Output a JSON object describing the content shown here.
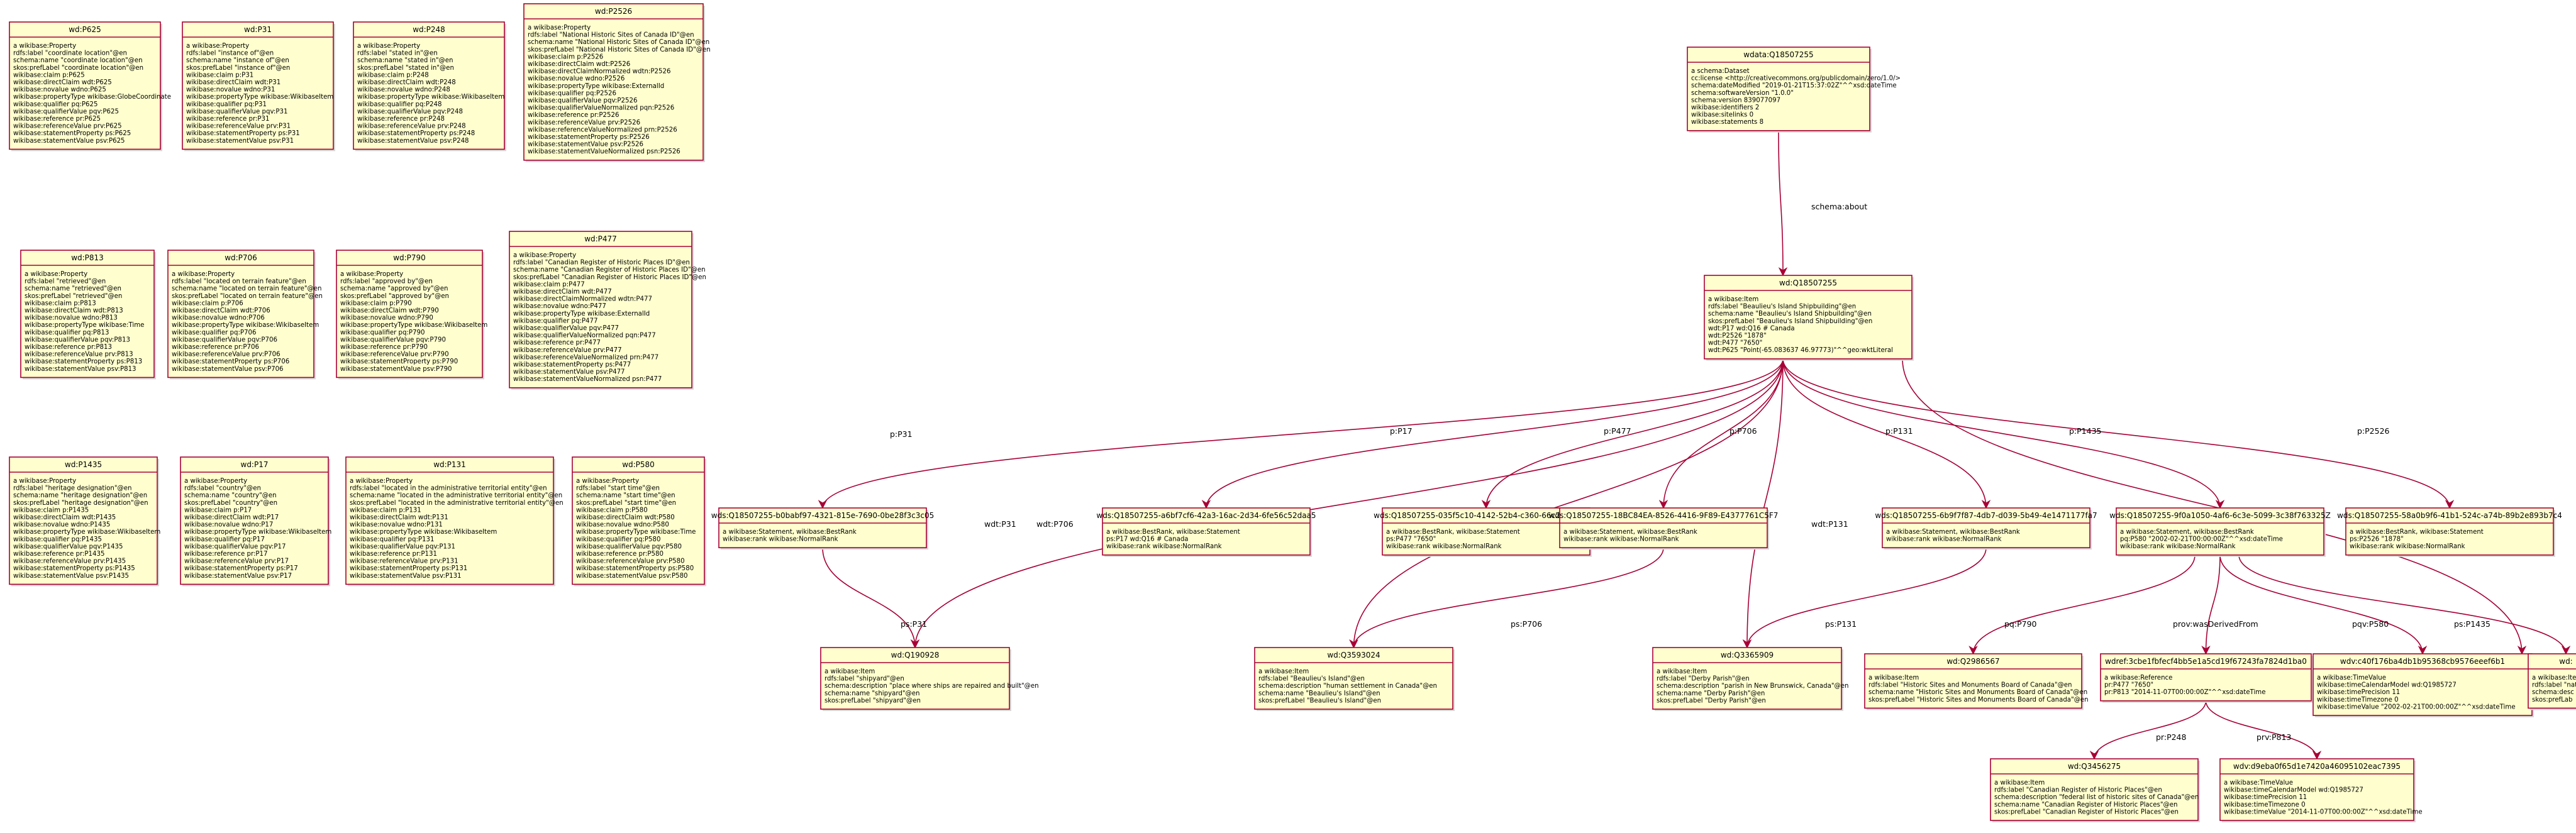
{
  "diagram": {
    "colors": {
      "background": "#ffffff",
      "node_fill": "#fefece",
      "node_border": "#a80036",
      "edge": "#a80036",
      "text": "#000000"
    },
    "nodes": [
      {
        "id": "P625",
        "title": "wd:P625",
        "lines": [
          "a wikibase:Property",
          "rdfs:label \"coordinate location\"@en",
          "schema:name \"coordinate location\"@en",
          "skos:prefLabel \"coordinate location\"@en",
          "wikibase:claim p:P625",
          "wikibase:directClaim wdt:P625",
          "wikibase:novalue wdno:P625",
          "wikibase:propertyType wikibase:GlobeCoordinate",
          "wikibase:qualifier pq:P625",
          "wikibase:qualifierValue pqv:P625",
          "wikibase:reference pr:P625",
          "wikibase:referenceValue prv:P625",
          "wikibase:statementProperty ps:P625",
          "wikibase:statementValue psv:P625"
        ]
      },
      {
        "id": "P31",
        "title": "wd:P31",
        "lines": [
          "a wikibase:Property",
          "rdfs:label \"instance of\"@en",
          "schema:name \"instance of\"@en",
          "skos:prefLabel \"instance of\"@en",
          "wikibase:claim p:P31",
          "wikibase:directClaim wdt:P31",
          "wikibase:novalue wdno:P31",
          "wikibase:propertyType wikibase:WikibaseItem",
          "wikibase:qualifier pq:P31",
          "wikibase:qualifierValue pqv:P31",
          "wikibase:reference pr:P31",
          "wikibase:referenceValue prv:P31",
          "wikibase:statementProperty ps:P31",
          "wikibase:statementValue psv:P31"
        ]
      },
      {
        "id": "P248",
        "title": "wd:P248",
        "lines": [
          "a wikibase:Property",
          "rdfs:label \"stated in\"@en",
          "schema:name \"stated in\"@en",
          "skos:prefLabel \"stated in\"@en",
          "wikibase:claim p:P248",
          "wikibase:directClaim wdt:P248",
          "wikibase:novalue wdno:P248",
          "wikibase:propertyType wikibase:WikibaseItem",
          "wikibase:qualifier pq:P248",
          "wikibase:qualifierValue pqv:P248",
          "wikibase:reference pr:P248",
          "wikibase:referenceValue prv:P248",
          "wikibase:statementProperty ps:P248",
          "wikibase:statementValue psv:P248"
        ]
      },
      {
        "id": "P2526",
        "title": "wd:P2526",
        "lines": [
          "a wikibase:Property",
          "rdfs:label \"National Historic Sites of Canada ID\"@en",
          "schema:name \"National Historic Sites of Canada ID\"@en",
          "skos:prefLabel \"National Historic Sites of Canada ID\"@en",
          "wikibase:claim p:P2526",
          "wikibase:directClaim wdt:P2526",
          "wikibase:directClaimNormalized wdtn:P2526",
          "wikibase:novalue wdno:P2526",
          "wikibase:propertyType wikibase:ExternalId",
          "wikibase:qualifier pq:P2526",
          "wikibase:qualifierValue pqv:P2526",
          "wikibase:qualifierValueNormalized pqn:P2526",
          "wikibase:reference pr:P2526",
          "wikibase:referenceValue prv:P2526",
          "wikibase:referenceValueNormalized prn:P2526",
          "wikibase:statementProperty ps:P2526",
          "wikibase:statementValue psv:P2526",
          "wikibase:statementValueNormalized psn:P2526"
        ]
      },
      {
        "id": "P813",
        "title": "wd:P813",
        "lines": [
          "a wikibase:Property",
          "rdfs:label \"retrieved\"@en",
          "schema:name \"retrieved\"@en",
          "skos:prefLabel \"retrieved\"@en",
          "wikibase:claim p:P813",
          "wikibase:directClaim wdt:P813",
          "wikibase:novalue wdno:P813",
          "wikibase:propertyType wikibase:Time",
          "wikibase:qualifier pq:P813",
          "wikibase:qualifierValue pqv:P813",
          "wikibase:reference pr:P813",
          "wikibase:referenceValue prv:P813",
          "wikibase:statementProperty ps:P813",
          "wikibase:statementValue psv:P813"
        ]
      },
      {
        "id": "P706",
        "title": "wd:P706",
        "lines": [
          "a wikibase:Property",
          "rdfs:label \"located on terrain feature\"@en",
          "schema:name \"located on terrain feature\"@en",
          "skos:prefLabel \"located on terrain feature\"@en",
          "wikibase:claim p:P706",
          "wikibase:directClaim wdt:P706",
          "wikibase:novalue wdno:P706",
          "wikibase:propertyType wikibase:WikibaseItem",
          "wikibase:qualifier pq:P706",
          "wikibase:qualifierValue pqv:P706",
          "wikibase:reference pr:P706",
          "wikibase:referenceValue prv:P706",
          "wikibase:statementProperty ps:P706",
          "wikibase:statementValue psv:P706"
        ]
      },
      {
        "id": "P790",
        "title": "wd:P790",
        "lines": [
          "a wikibase:Property",
          "rdfs:label \"approved by\"@en",
          "schema:name \"approved by\"@en",
          "skos:prefLabel \"approved by\"@en",
          "wikibase:claim p:P790",
          "wikibase:directClaim wdt:P790",
          "wikibase:novalue wdno:P790",
          "wikibase:propertyType wikibase:WikibaseItem",
          "wikibase:qualifier pq:P790",
          "wikibase:qualifierValue pqv:P790",
          "wikibase:reference pr:P790",
          "wikibase:referenceValue prv:P790",
          "wikibase:statementProperty ps:P790",
          "wikibase:statementValue psv:P790"
        ]
      },
      {
        "id": "P477",
        "title": "wd:P477",
        "lines": [
          "a wikibase:Property",
          "rdfs:label \"Canadian Register of Historic Places ID\"@en",
          "schema:name \"Canadian Register of Historic Places ID\"@en",
          "skos:prefLabel \"Canadian Register of Historic Places ID\"@en",
          "wikibase:claim p:P477",
          "wikibase:directClaim wdt:P477",
          "wikibase:directClaimNormalized wdtn:P477",
          "wikibase:novalue wdno:P477",
          "wikibase:propertyType wikibase:ExternalId",
          "wikibase:qualifier pq:P477",
          "wikibase:qualifierValue pqv:P477",
          "wikibase:qualifierValueNormalized pqn:P477",
          "wikibase:reference pr:P477",
          "wikibase:referenceValue prv:P477",
          "wikibase:referenceValueNormalized prn:P477",
          "wikibase:statementProperty ps:P477",
          "wikibase:statementValue psv:P477",
          "wikibase:statementValueNormalized psn:P477"
        ]
      },
      {
        "id": "P1435",
        "title": "wd:P1435",
        "lines": [
          "a wikibase:Property",
          "rdfs:label \"heritage designation\"@en",
          "schema:name \"heritage designation\"@en",
          "skos:prefLabel \"heritage designation\"@en",
          "wikibase:claim p:P1435",
          "wikibase:directClaim wdt:P1435",
          "wikibase:novalue wdno:P1435",
          "wikibase:propertyType wikibase:WikibaseItem",
          "wikibase:qualifier pq:P1435",
          "wikibase:qualifierValue pqv:P1435",
          "wikibase:reference pr:P1435",
          "wikibase:referenceValue prv:P1435",
          "wikibase:statementProperty ps:P1435",
          "wikibase:statementValue psv:P1435"
        ]
      },
      {
        "id": "P17",
        "title": "wd:P17",
        "lines": [
          "a wikibase:Property",
          "rdfs:label \"country\"@en",
          "schema:name \"country\"@en",
          "skos:prefLabel \"country\"@en",
          "wikibase:claim p:P17",
          "wikibase:directClaim wdt:P17",
          "wikibase:novalue wdno:P17",
          "wikibase:propertyType wikibase:WikibaseItem",
          "wikibase:qualifier pq:P17",
          "wikibase:qualifierValue pqv:P17",
          "wikibase:reference pr:P17",
          "wikibase:referenceValue prv:P17",
          "wikibase:statementProperty ps:P17",
          "wikibase:statementValue psv:P17"
        ]
      },
      {
        "id": "P131",
        "title": "wd:P131",
        "lines": [
          "a wikibase:Property",
          "rdfs:label \"located in the administrative territorial entity\"@en",
          "schema:name \"located in the administrative territorial entity\"@en",
          "skos:prefLabel \"located in the administrative territorial entity\"@en",
          "wikibase:claim p:P131",
          "wikibase:directClaim wdt:P131",
          "wikibase:novalue wdno:P131",
          "wikibase:propertyType wikibase:WikibaseItem",
          "wikibase:qualifier pq:P131",
          "wikibase:qualifierValue pqv:P131",
          "wikibase:reference pr:P131",
          "wikibase:referenceValue prv:P131",
          "wikibase:statementProperty ps:P131",
          "wikibase:statementValue psv:P131"
        ]
      },
      {
        "id": "P580",
        "title": "wd:P580",
        "lines": [
          "a wikibase:Property",
          "rdfs:label \"start time\"@en",
          "schema:name \"start time\"@en",
          "skos:prefLabel \"start time\"@en",
          "wikibase:claim p:P580",
          "wikibase:directClaim wdt:P580",
          "wikibase:novalue wdno:P580",
          "wikibase:propertyType wikibase:Time",
          "wikibase:qualifier pq:P580",
          "wikibase:qualifierValue pqv:P580",
          "wikibase:reference pr:P580",
          "wikibase:referenceValue prv:P580",
          "wikibase:statementProperty ps:P580",
          "wikibase:statementValue psv:P580"
        ]
      },
      {
        "id": "wdata",
        "title": "wdata:Q18507255",
        "lines": [
          "a schema:Dataset",
          "cc:license <http://creativecommons.org/publicdomain/zero/1.0/>",
          "schema:dateModified \"2019-01-21T15:37:02Z\"^^xsd:dateTime",
          "schema:softwareVersion \"1.0.0\"",
          "schema:version 839077097",
          "wikibase:identifiers 2",
          "wikibase:sitelinks 0",
          "wikibase:statements 8"
        ]
      },
      {
        "id": "Q18507255",
        "title": "wd:Q18507255",
        "lines": [
          "a wikibase:Item",
          "rdfs:label \"Beaulieu's Island Shipbuilding\"@en",
          "schema:name \"Beaulieu's Island Shipbuilding\"@en",
          "skos:prefLabel \"Beaulieu's Island Shipbuilding\"@en",
          "wdt:P17 wd:Q16 # Canada",
          "wdt:P2526 \"1878\"",
          "wdt:P477 \"7650\"",
          "wdt:P625 \"Point(-65.083637 46.97773)\"^^geo:wktLiteral"
        ]
      },
      {
        "id": "s_p31",
        "title": "wds:Q18507255-b0babf97-4321-815e-7690-0be28f3c3c05",
        "lines": [
          "a wikibase:Statement, wikibase:BestRank",
          "wikibase:rank wikibase:NormalRank"
        ]
      },
      {
        "id": "s_p17",
        "title": "wds:Q18507255-a6bf7cf6-42a3-16ac-2d34-6fe56c52daa5",
        "lines": [
          "a wikibase:BestRank, wikibase:Statement",
          "ps:P17 wd:Q16 # Canada",
          "wikibase:rank wikibase:NormalRank"
        ]
      },
      {
        "id": "s_p477",
        "title": "wds:Q18507255-035f5c10-4142-52b4-c360-66c239341229",
        "lines": [
          "a wikibase:BestRank, wikibase:Statement",
          "ps:P477 \"7650\"",
          "wikibase:rank wikibase:NormalRank"
        ]
      },
      {
        "id": "s_p706",
        "title": "wds:Q18507255-18BC84EA-8526-4416-9F89-E4377761C5F7",
        "lines": [
          "a wikibase:Statement, wikibase:BestRank",
          "wikibase:rank wikibase:NormalRank"
        ]
      },
      {
        "id": "s_p131",
        "title": "wds:Q18507255-6b9f7f87-4db7-d039-5b49-4e1471177fa7",
        "lines": [
          "a wikibase:Statement, wikibase:BestRank",
          "wikibase:rank wikibase:NormalRank"
        ]
      },
      {
        "id": "s_p1435",
        "title": "wds:Q18507255-9f0a1050-4af6-6c3e-5099-3c38f763325Z",
        "lines": [
          "a wikibase:Statement, wikibase:BestRank",
          "pq:P580 \"2002-02-21T00:00:00Z\"^^xsd:dateTime",
          "wikibase:rank wikibase:NormalRank"
        ]
      },
      {
        "id": "s_p2526",
        "title": "wds:Q18507255-58a0b9f6-41b1-524c-a74b-89b2e893b7c4",
        "lines": [
          "a wikibase:BestRank, wikibase:Statement",
          "ps:P2526 \"1878\"",
          "wikibase:rank wikibase:NormalRank"
        ]
      },
      {
        "id": "Q190928",
        "title": "wd:Q190928",
        "lines": [
          "a wikibase:Item",
          "rdfs:label \"shipyard\"@en",
          "schema:description \"place where ships are repaired and built\"@en",
          "schema:name \"shipyard\"@en",
          "skos:prefLabel \"shipyard\"@en"
        ]
      },
      {
        "id": "Q3593024",
        "title": "wd:Q3593024",
        "lines": [
          "a wikibase:Item",
          "rdfs:label \"Beaulieu's Island\"@en",
          "schema:description \"human settlement in Canada\"@en",
          "schema:name \"Beaulieu's Island\"@en",
          "skos:prefLabel \"Beaulieu's Island\"@en"
        ]
      },
      {
        "id": "Q3365909",
        "title": "wd:Q3365909",
        "lines": [
          "a wikibase:Item",
          "rdfs:label \"Derby Parish\"@en",
          "schema:description \"parish in New Brunswick, Canada\"@en",
          "schema:name \"Derby Parish\"@en",
          "skos:prefLabel \"Derby Parish\"@en"
        ]
      },
      {
        "id": "Q2986567",
        "title": "wd:Q2986567",
        "lines": [
          "a wikibase:Item",
          "rdfs:label \"Historic Sites and Monuments Board of Canada\"@en",
          "schema:name \"Historic Sites and Monuments Board of Canada\"@en",
          "skos:prefLabel \"Historic Sites and Monuments Board of Canada\"@en"
        ]
      },
      {
        "id": "ref",
        "title": "wdref:3cbe1fbfecf4bb5e1a5cd19f67243fa7824d1ba0",
        "lines": [
          "a wikibase:Reference",
          "pr:P477 \"7650\"",
          "pr:P813 \"2014-11-07T00:00:00Z\"^^xsd:dateTime"
        ]
      },
      {
        "id": "v580",
        "title": "wdv:c40f176ba4db1b95368cb9576eeef6b1",
        "lines": [
          "a wikibase:TimeValue",
          "wikibase:timeCalendarModel wd:Q1985727",
          "wikibase:timePrecision 11",
          "wikibase:timeTimezone 0",
          "wikibase:timeValue \"2002-02-21T00:00:00Z\"^^xsd:dateTime"
        ]
      },
      {
        "id": "partial",
        "title": "wd:",
        "lines": [
          "a wikibase:Item",
          "rdfs:label \"nat",
          "schema:desc",
          "skos:prefLab"
        ]
      },
      {
        "id": "Q3456275",
        "title": "wd:Q3456275",
        "lines": [
          "a wikibase:Item",
          "rdfs:label \"Canadian Register of Historic Places\"@en",
          "schema:description \"federal list of historic sites of Canada\"@en",
          "schema:name \"Canadian Register of Historic Places\"@en",
          "skos:prefLabel \"Canadian Register of Historic Places\"@en"
        ]
      },
      {
        "id": "v813",
        "title": "wdv:d9eba0f65d1e7420a46095102eac7395",
        "lines": [
          "a wikibase:TimeValue",
          "wikibase:timeCalendarModel wd:Q1985727",
          "wikibase:timePrecision 11",
          "wikibase:timeTimezone 0",
          "wikibase:timeValue \"2014-11-07T00:00:00Z\"^^xsd:dateTime"
        ]
      }
    ],
    "edges": [
      {
        "label": "schema:about"
      },
      {
        "label": "p:P31"
      },
      {
        "label": "wdt:P31"
      },
      {
        "label": "wdt:P706"
      },
      {
        "label": "p:P17"
      },
      {
        "label": "p:P477"
      },
      {
        "label": "p:P706"
      },
      {
        "label": "wdt:P131"
      },
      {
        "label": "p:P131"
      },
      {
        "label": "p:P1435"
      },
      {
        "label": "p:P2526"
      },
      {
        "label": ""
      },
      {
        "label": "ps:P31"
      },
      {
        "label": "ps:P706"
      },
      {
        "label": "ps:P131"
      },
      {
        "label": "pq:P790"
      },
      {
        "label": "prov:wasDerivedFrom"
      },
      {
        "label": "pqv:P580"
      },
      {
        "label": "ps:P1435"
      },
      {
        "label": "pr:P248"
      },
      {
        "label": "prv:P813"
      }
    ]
  }
}
